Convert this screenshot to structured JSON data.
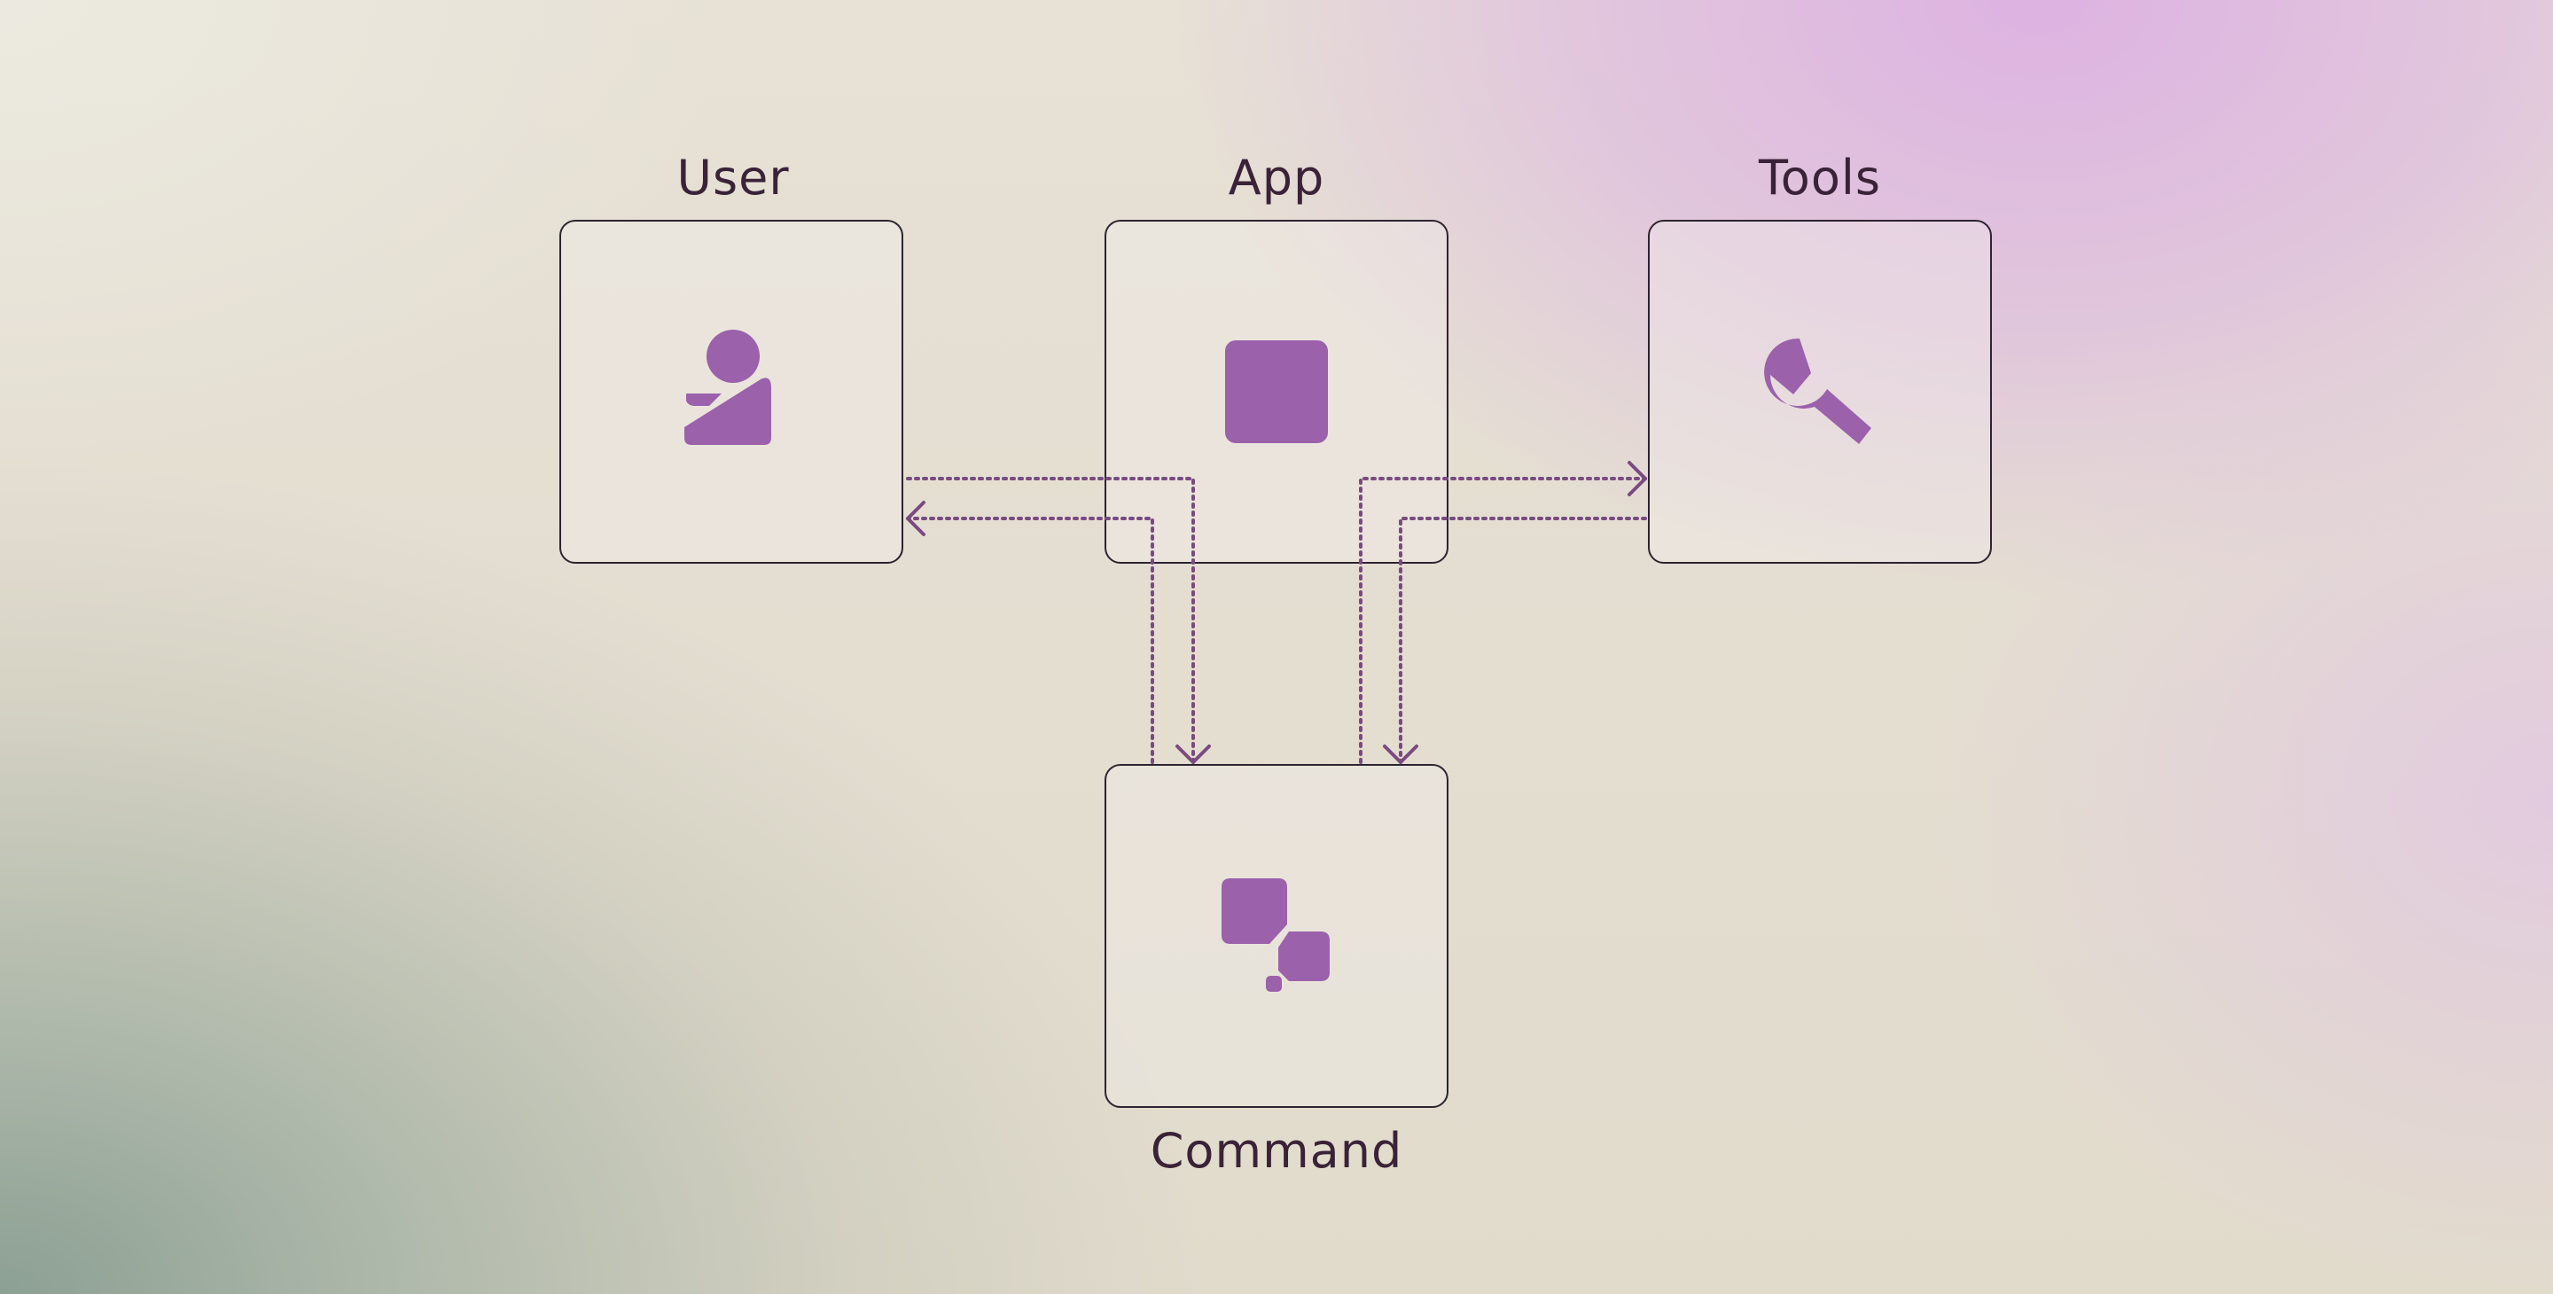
{
  "colors": {
    "accent": "#9b61ab",
    "connector": "#7a4a80",
    "border": "#2c2430",
    "label": "#3a2338"
  },
  "nodes": {
    "user": {
      "label": "User",
      "icon": "person-icon"
    },
    "app": {
      "label": "App",
      "icon": "square-icon"
    },
    "tools": {
      "label": "Tools",
      "icon": "wrench-icon"
    },
    "command": {
      "label": "Command",
      "icon": "shapes-icon"
    }
  },
  "edges": [
    {
      "from": "user",
      "to": "command",
      "style": "dotted",
      "arrow": "end"
    },
    {
      "from": "command",
      "to": "user",
      "style": "dotted",
      "arrow": "end"
    },
    {
      "from": "command",
      "to": "tools",
      "style": "dotted",
      "arrow": "end"
    },
    {
      "from": "tools",
      "to": "command",
      "style": "dotted",
      "arrow": "end"
    }
  ]
}
